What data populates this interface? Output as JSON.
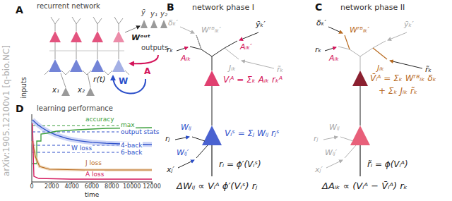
{
  "diagram": {
    "labels": [
      "arXiv:1905.12100v1 [q-bio.NC]",
      "A",
      "recurrent network",
      "ȳ",
      "y₁",
      "y₂",
      "Wᵒᵘᵗ",
      "outputs",
      "A",
      "r(t)",
      "W",
      "inputs",
      "x₁",
      "x₂",
      "D",
      "learning performance",
      "max",
      "accuracy",
      "output stats",
      "W loss",
      "4-back",
      "6-back",
      "J loss",
      "A loss",
      "0",
      "2000",
      "4000",
      "6000",
      "8000",
      "10000",
      "12000",
      "time",
      "B",
      "network phase I",
      "δₖ′",
      "Wᶠᴮᵢₖ′",
      "ȳₖ′",
      "Aᵢₖ′",
      "rₖ",
      "Aᵢₖ",
      "Jᵢₖ",
      "r̃ₖ",
      "Vᵢᴬ = Σₖ Aᵢₖ rₖᴬ",
      "Wᵢⱼ",
      "rⱼ",
      "Vᵢˢ = Σⱼ Wᵢⱼ rⱼˢ",
      "Wᵢⱼ′",
      "xⱼ′",
      "rᵢ = ϕ′(Vᵢˢ)",
      "ΔWᵢⱼ ∝ Vᵢᴬ ϕ′(Vᵢˢ) rⱼ",
      "C",
      "network phase II",
      "δₖ′",
      "Wᶠᴮᵢₖ′",
      "ȳₖ′",
      "rₖ",
      "Aᵢₖ",
      "Jᵢₖ",
      "r̃ₖ",
      "V̄ᵢᴬ = Σₖ Wᶠᴮᵢₖ δₖ",
      "+ Σₖ Jᵢₖ r̃ₖ",
      "Wᵢⱼ",
      "rⱼ",
      "Wᵢⱼ′",
      "xⱼ′",
      "r̃ᵢ = ϕ(Vᵢᴬ)",
      "ΔAᵢₖ ∝ (Vᵢᴬ − V̄ᵢᴬ) rₖ"
    ]
  }
}
